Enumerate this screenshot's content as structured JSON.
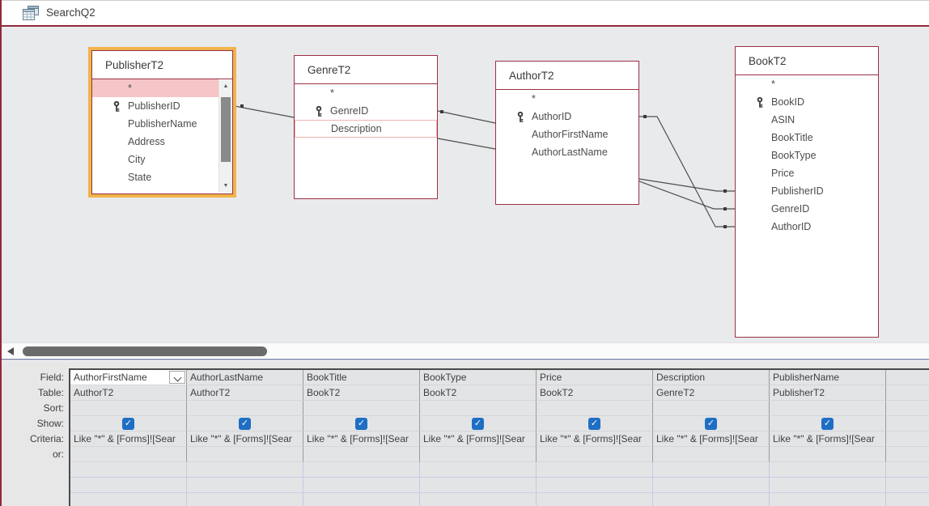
{
  "window": {
    "title": "SearchQ2",
    "object_icon": "query-datasheet-icon"
  },
  "colors": {
    "accent_maroon": "#8e2a3a",
    "selected_table_border": "#f0b54a",
    "star_row_highlight": "#f6c5c7",
    "checkbox_blue": "#1e6fc4",
    "join_line": "#4f4f4f",
    "diagram_background": "#e9eaec"
  },
  "diagram": {
    "tables": [
      {
        "name": "PublisherT2",
        "selected": true,
        "has_scrollbar": true,
        "fields": [
          {
            "name": "*",
            "highlighted": true
          },
          {
            "name": "PublisherID",
            "primary_key": true
          },
          {
            "name": "PublisherName"
          },
          {
            "name": "Address"
          },
          {
            "name": "City"
          },
          {
            "name": "State"
          }
        ]
      },
      {
        "name": "GenreT2",
        "fields": [
          {
            "name": "*"
          },
          {
            "name": "GenreID",
            "primary_key": true
          },
          {
            "name": "Description",
            "outlined": true
          }
        ]
      },
      {
        "name": "AuthorT2",
        "fields": [
          {
            "name": "*"
          },
          {
            "name": "AuthorID",
            "primary_key": true
          },
          {
            "name": "AuthorFirstName"
          },
          {
            "name": "AuthorLastName"
          }
        ]
      },
      {
        "name": "BookT2",
        "fields": [
          {
            "name": "*"
          },
          {
            "name": "BookID",
            "primary_key": true
          },
          {
            "name": "ASIN"
          },
          {
            "name": "BookTitle"
          },
          {
            "name": "BookType"
          },
          {
            "name": "Price"
          },
          {
            "name": "PublisherID"
          },
          {
            "name": "GenreID"
          },
          {
            "name": "AuthorID"
          }
        ]
      }
    ],
    "joins": [
      {
        "from": "PublisherT2.PublisherID",
        "to": "BookT2.PublisherID"
      },
      {
        "from": "GenreT2.GenreID",
        "to": "BookT2.GenreID"
      },
      {
        "from": "AuthorT2.AuthorID",
        "to": "BookT2.AuthorID"
      }
    ]
  },
  "grid": {
    "row_labels": [
      "Field:",
      "Table:",
      "Sort:",
      "Show:",
      "Criteria:",
      "or:"
    ],
    "columns": [
      {
        "field": "AuthorFirstName",
        "table": "AuthorT2",
        "sort": "",
        "show": true,
        "criteria": "Like \"*\" & [Forms]![Sear",
        "active": true
      },
      {
        "field": "AuthorLastName",
        "table": "AuthorT2",
        "sort": "",
        "show": true,
        "criteria": "Like \"*\" & [Forms]![Sear"
      },
      {
        "field": "BookTitle",
        "table": "BookT2",
        "sort": "",
        "show": true,
        "criteria": "Like \"*\" & [Forms]![Sear"
      },
      {
        "field": "BookType",
        "table": "BookT2",
        "sort": "",
        "show": true,
        "criteria": "Like \"*\" & [Forms]![Sear"
      },
      {
        "field": "Price",
        "table": "BookT2",
        "sort": "",
        "show": true,
        "criteria": "Like \"*\" & [Forms]![Sear"
      },
      {
        "field": "Description",
        "table": "GenreT2",
        "sort": "",
        "show": true,
        "criteria": "Like \"*\" & [Forms]![Sear"
      },
      {
        "field": "PublisherName",
        "table": "PublisherT2",
        "sort": "",
        "show": true,
        "criteria": "Like \"*\" & [Forms]![Sear"
      }
    ]
  }
}
